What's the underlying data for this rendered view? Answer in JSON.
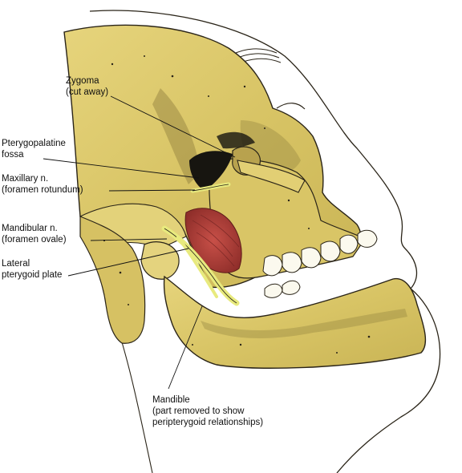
{
  "labels": {
    "zygoma": [
      "Zygoma",
      "(cut away)"
    ],
    "pterygopalatine": [
      "Pterygopalatine",
      "fossa"
    ],
    "maxillary": [
      "Maxillary n.",
      "(foramen rotundum)"
    ],
    "mandibular": [
      "Mandibular n.",
      "(foramen ovale)"
    ],
    "lateral_pterygoid": [
      "Lateral",
      "pterygoid plate"
    ],
    "mandible": [
      "Mandible",
      "(part removed to show",
      "peripterygoid relationships)"
    ]
  },
  "colors": {
    "bone": "#dcc96a",
    "bone_light": "#e9da86",
    "bone_shadow": "#8d7d3c",
    "cavity": "#171510",
    "nerve": "#e8ea7e",
    "muscle": "#b8423c",
    "teeth": "#fbf9ee",
    "outline": "#2a2418"
  }
}
